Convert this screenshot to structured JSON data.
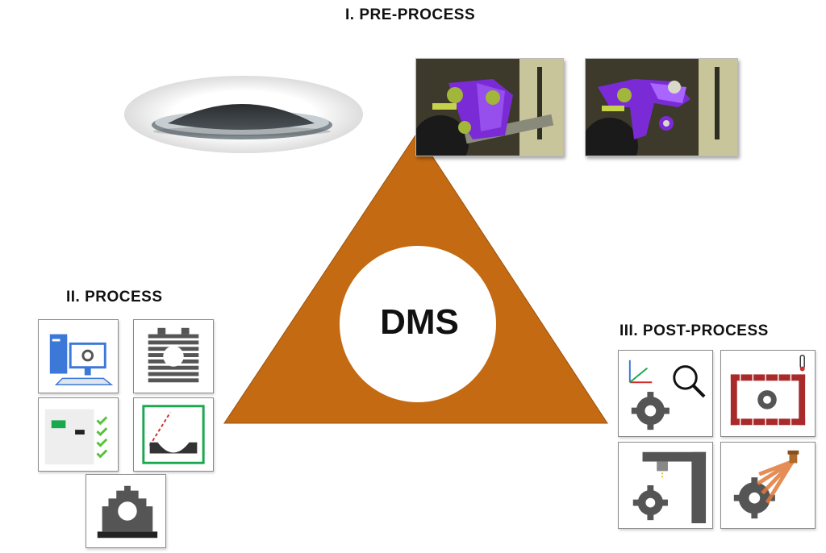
{
  "center": {
    "label": "DMS",
    "triangle_color": "#c46a12"
  },
  "stages": {
    "pre_process": {
      "title": "I. PRE-PROCESS"
    },
    "process": {
      "title": "II. PROCESS"
    },
    "post_process": {
      "title": "III. POST-PROCESS"
    }
  },
  "icons": {
    "powder": "metal-powder-pile-icon",
    "cad_before": "cad-model-original-bracket-icon",
    "cad_after": "cad-model-optimized-bracket-icon",
    "p1": "computer-workstation-icon",
    "p2": "layered-part-gear-icon",
    "p3": "checklist-monitoring-icon",
    "p4": "laser-melt-pool-icon",
    "p5": "finished-gear-part-icon",
    "q1": "inspection-magnifier-gear-icon",
    "q2": "heat-treatment-furnace-icon",
    "q3": "machining-gear-icon",
    "q4": "surface-spray-finishing-icon"
  }
}
